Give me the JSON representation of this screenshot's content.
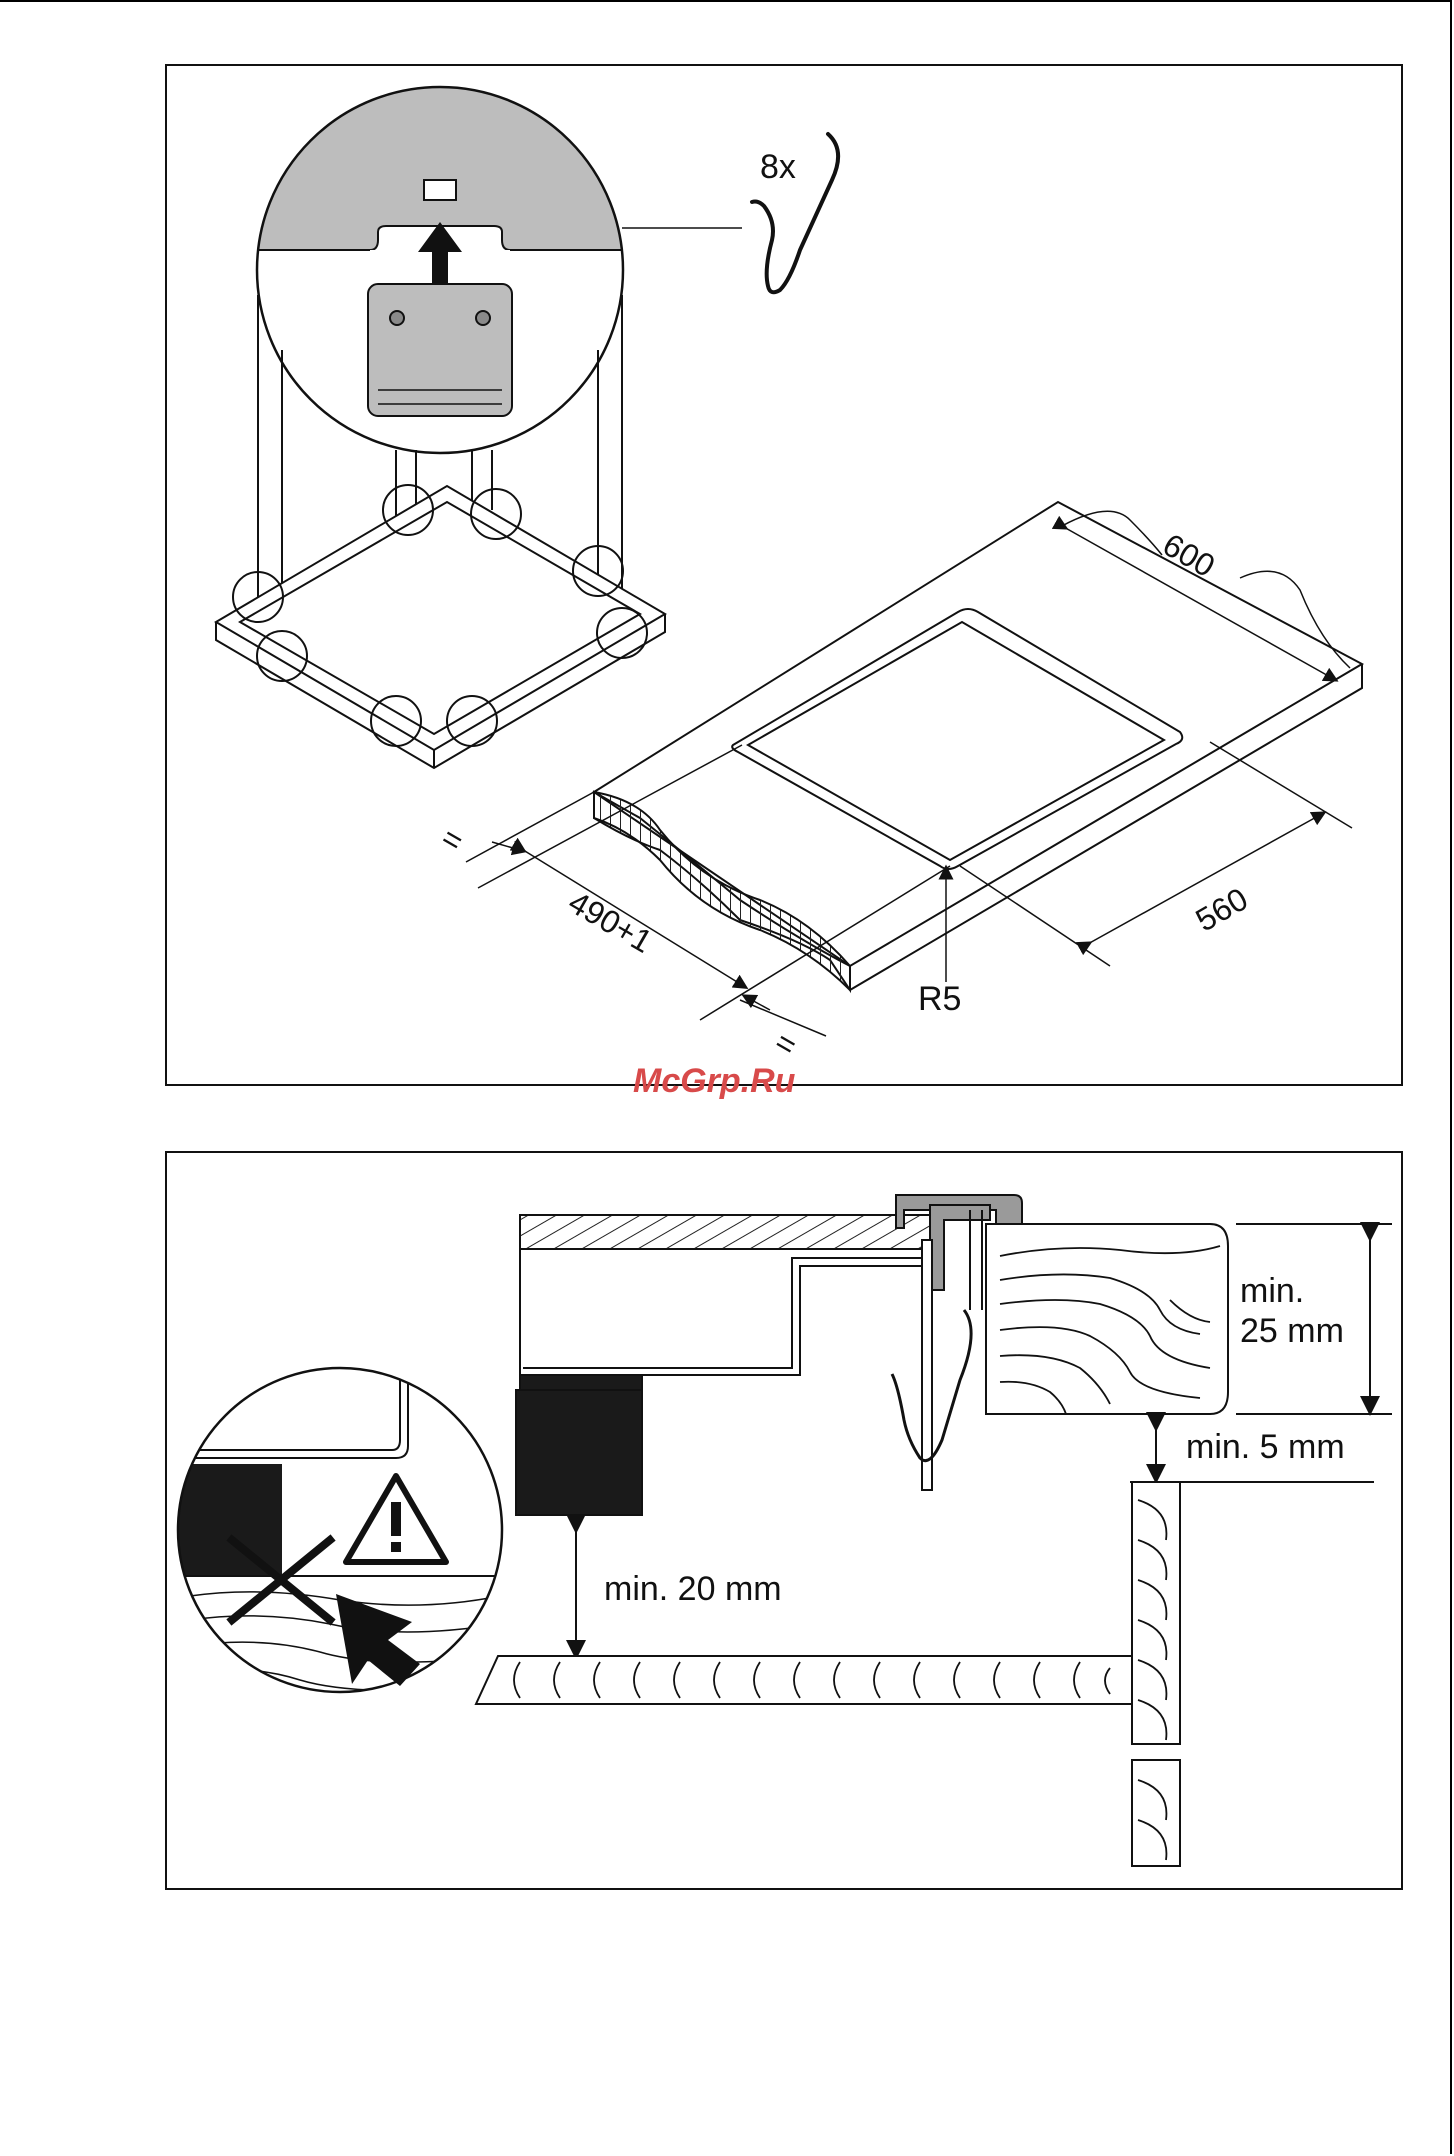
{
  "watermark": "McGrp.Ru",
  "top_panel": {
    "qty_label": "8x",
    "dim_depth": "600",
    "dim_width": "560",
    "dim_cutout": "490+1",
    "radius_label": "R5",
    "equal_label_left": "=",
    "equal_label_right": "="
  },
  "bottom_panel": {
    "min_worktop_line1": "min.",
    "min_worktop_line2": "25 mm",
    "min_gap_5": "min. 5 mm",
    "min_gap_20": "min. 20 mm"
  },
  "colors": {
    "line": "#111111",
    "gray_fill": "#bdbdbd",
    "watermark": "#d84a4a"
  }
}
